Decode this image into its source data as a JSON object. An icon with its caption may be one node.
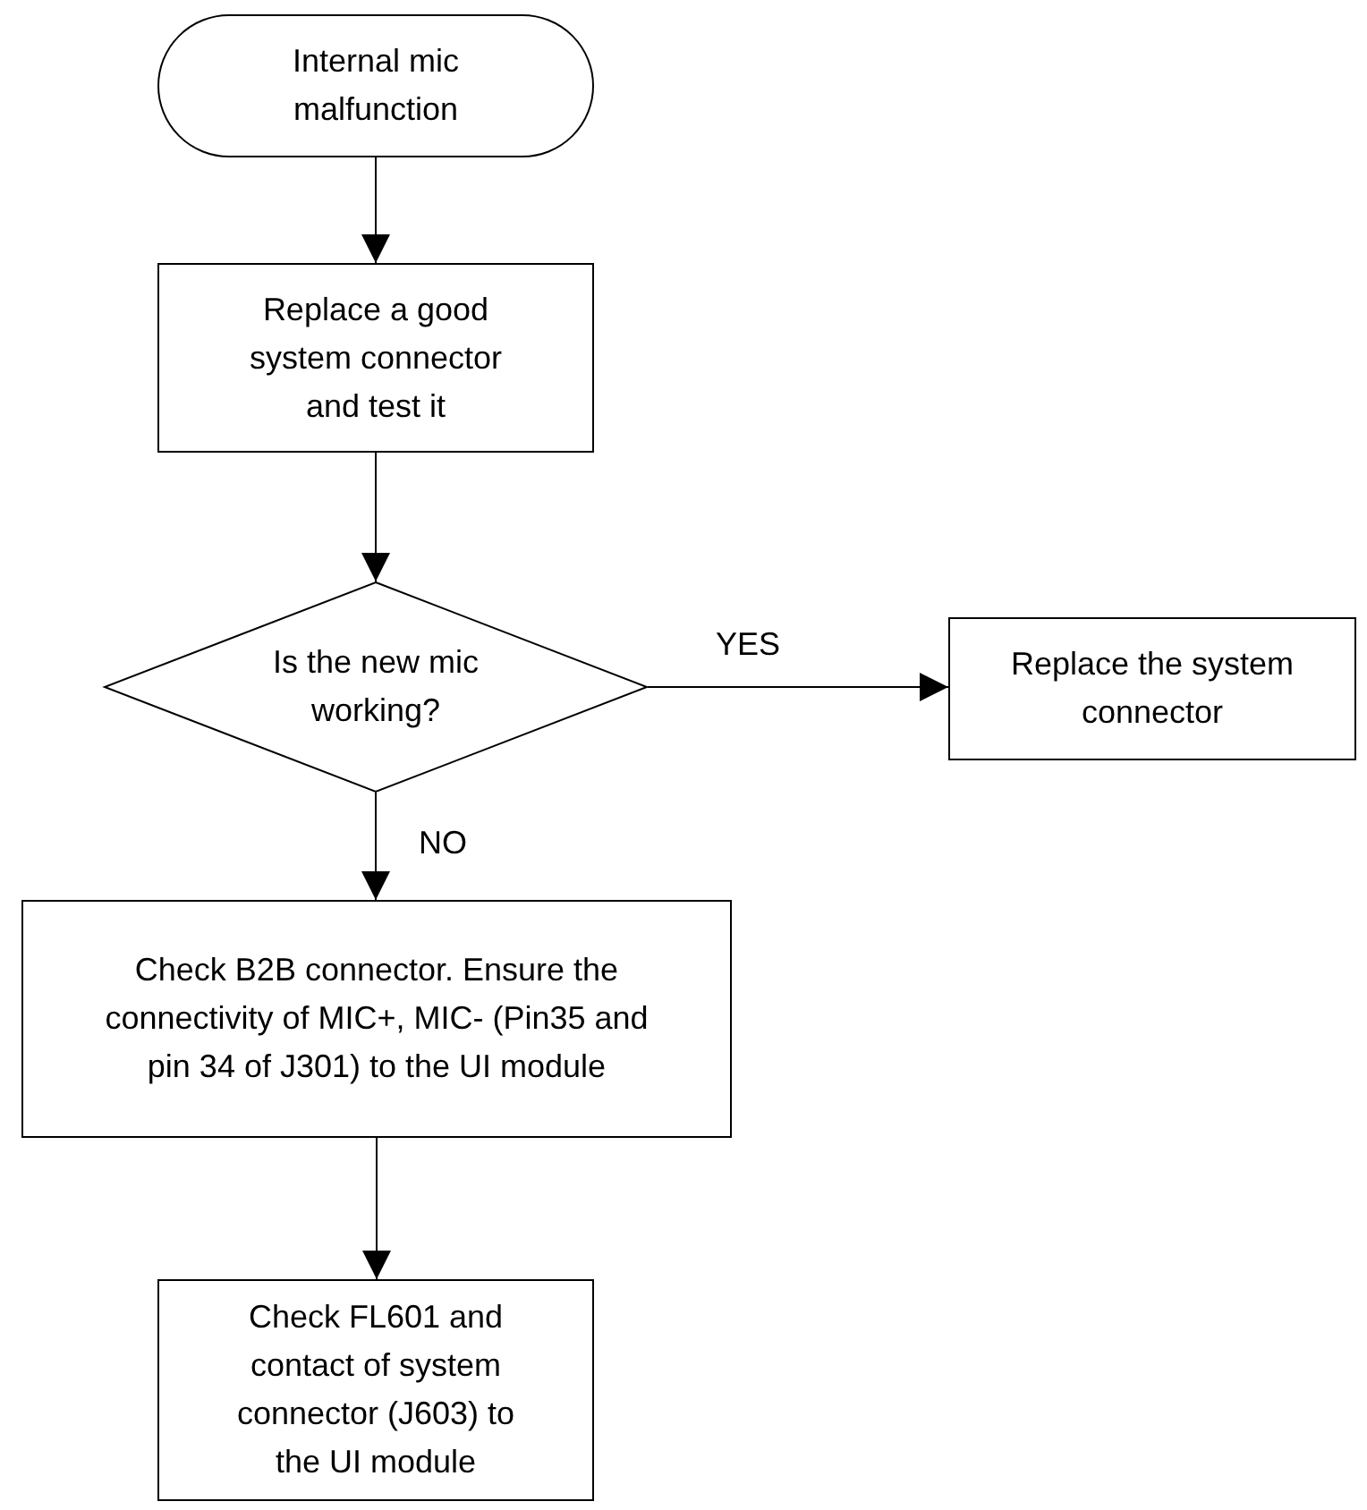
{
  "diagram": {
    "nodes": [
      {
        "text": [
          "Internal mic malfunction"
        ]
      },
      {
        "text": [
          "Replace a good system connector and test it"
        ]
      },
      {
        "text": [
          "Is the new mic working?"
        ]
      },
      {
        "text": [
          "Replace the system connector"
        ]
      },
      {
        "text": [
          "Check B2B connector. Ensure the connectivity of MIC+, MIC- (Pin35 and pin 34 of J301) to the UI module"
        ]
      },
      {
        "text": [
          "Check FL601 and contact of system connector (J603) to the UI module"
        ]
      }
    ],
    "edges": [
      {
        "from": 0,
        "to": 1,
        "arrow": "to"
      },
      {
        "from": 1,
        "to": 2,
        "arrow": "to"
      },
      {
        "from": 2,
        "to": 3,
        "arrow": "to",
        "label": "YES"
      },
      {
        "from": 2,
        "to": 4,
        "arrow": "to",
        "label": "NO"
      },
      {
        "from": 4,
        "to": 5,
        "arrow": "to"
      }
    ]
  }
}
